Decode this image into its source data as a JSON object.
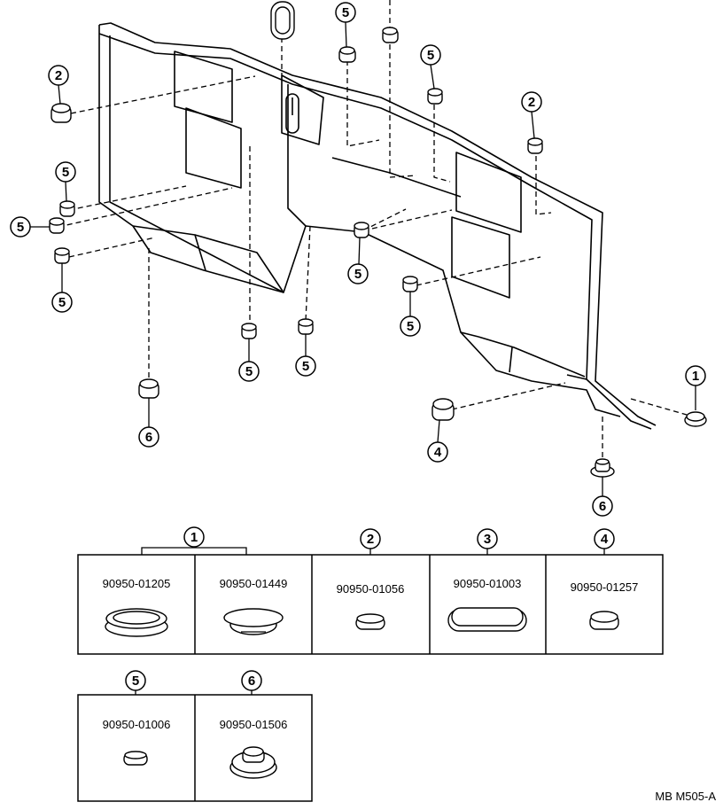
{
  "callouts": {
    "c1": "1",
    "c2a": "2",
    "c2b": "2",
    "c4": "4",
    "c5a": "5",
    "c5b": "5",
    "c5c": "5",
    "c5d": "5",
    "c5e": "5",
    "c5f": "5",
    "c5g": "5",
    "c5h": "5",
    "c5i": "5",
    "c6a": "6",
    "c6b": "6"
  },
  "parts_table": {
    "row1": [
      {
        "callout": "1",
        "part_number": "90950-01205"
      },
      {
        "callout": "",
        "part_number": "90950-01449"
      },
      {
        "callout": "2",
        "part_number": "90950-01056"
      },
      {
        "callout": "3",
        "part_number": "90950-01003"
      },
      {
        "callout": "4",
        "part_number": "90950-01257"
      }
    ],
    "row2": [
      {
        "callout": "5",
        "part_number": "90950-01006"
      },
      {
        "callout": "6",
        "part_number": "90950-01506"
      }
    ]
  },
  "reference_code": "MB  M505-A"
}
